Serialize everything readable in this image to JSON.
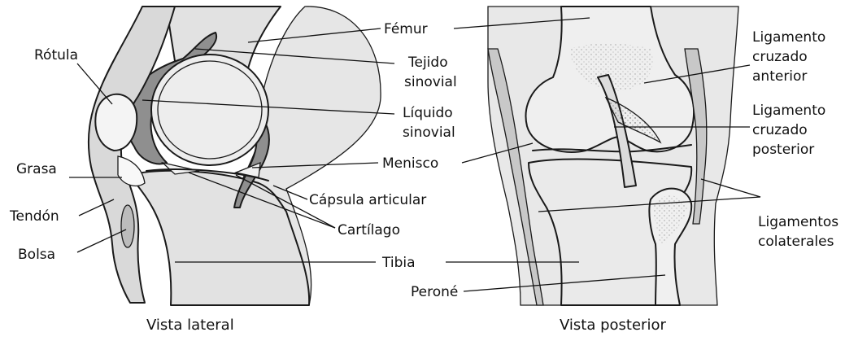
{
  "labels": {
    "femur": "Fémur",
    "rotula": "Rótula",
    "tejido_1": "Tejido",
    "tejido_2": "sinovial",
    "liquido_1": "Líquido",
    "liquido_2": "sinovial",
    "grasa": "Grasa",
    "menisco": "Menisco",
    "tendon": "Tendón",
    "capsula": "Cápsula articular",
    "bolsa": "Bolsa",
    "cartilago": "Cartílago",
    "tibia": "Tibia",
    "perone": "Peroné",
    "lca_1": "Ligamento",
    "lca_2": "cruzado",
    "lca_3": "anterior",
    "lcp_1": "Ligamento",
    "lcp_2": "cruzado",
    "lcp_3": "posterior",
    "lig_col_1": "Ligamentos",
    "lig_col_2": "colaterales"
  },
  "captions": {
    "lateral": "Vista lateral",
    "posterior": "Vista posterior"
  },
  "colors": {
    "bone": "#e4e4e4",
    "bone_shade": "#d2d2d2",
    "synovial": "#8f8f8f",
    "capsule": "#cfcfcf",
    "ink": "#1a1a1a"
  }
}
